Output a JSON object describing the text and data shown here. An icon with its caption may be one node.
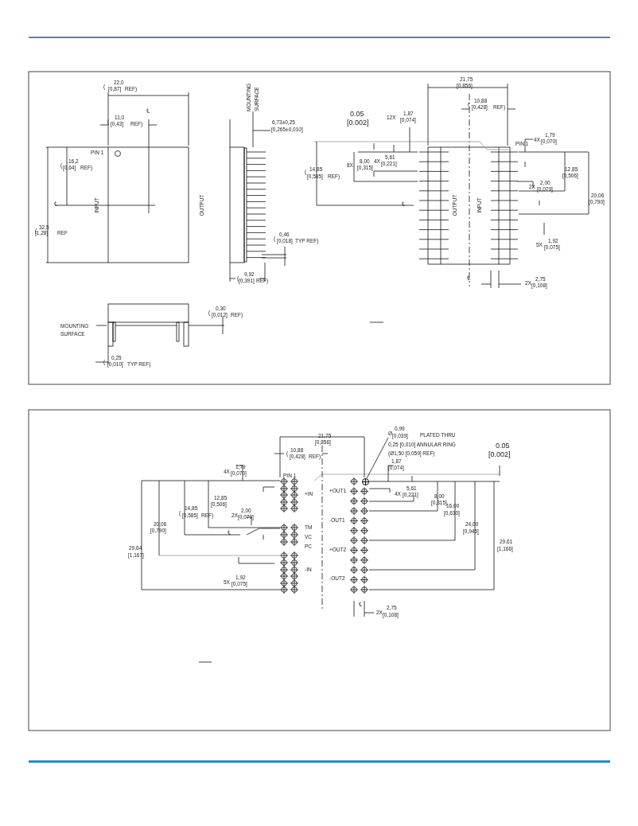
{
  "diagram": {
    "nodes": [
      {
        "text": [
          "Ø",
          "0,99",
          "[0,039]",
          "PLATED THRU",
          "0,25 [0,010] ANNULAR RING",
          "(Ø1,50 [0,059] REF)"
        ]
      },
      {
        "text": [],
        "shape": "circle"
      }
    ],
    "edges": [
      {
        "from": 0,
        "to": 1,
        "arrow": "none"
      }
    ],
    "labels": [
      "(",
      "22,0",
      "[0,87]",
      "REF)",
      "℄",
      "(",
      "11,0",
      "[0,43]",
      "REF)",
      "PIN 1",
      "(",
      "16,2",
      "[0,64]",
      "REF)",
      "℄",
      "INPUT",
      "OUTPUT",
      "(",
      "32,5",
      "[1,28]",
      "REF",
      "MOUNTING SURFACE",
      "6,73±0,25",
      "[0,265±0,010]",
      "(",
      "0,46",
      "[0,018]",
      "TYP REF)",
      "(",
      "9,92",
      "[0,391]",
      "REF)",
      "MOUNTING SURFACE",
      "(",
      "0,30",
      "[0,012]",
      "REF)",
      "(",
      "0,25",
      "[0,010]",
      "TYP REF)",
      "21,75",
      "[0,856]",
      "(",
      "10,88",
      "[0,428]",
      "REF)",
      "0.05",
      "[0.002]",
      "12X",
      "1,87",
      "[0,074]",
      "PIN 1",
      "4X",
      "1,79",
      "[0,070]",
      "8X",
      "8,00",
      "[0,315]",
      "4X",
      "5,61",
      "[0,221]",
      "(",
      "14,85",
      "[0,585]",
      "REF)",
      "12,85",
      "[0,506]",
      "2X",
      "2,00",
      "[0,079]",
      "℄",
      "OUTPUT",
      "INPUT",
      "20,06",
      "[0,790]",
      "5X",
      "1,92",
      "[0,075]",
      "℄",
      "2X",
      "2,75",
      "[0,108]",
      "21,75",
      "[0,856]",
      "0.05",
      "(",
      "10,88",
      "[0,428]",
      "REF)",
      "[0.002]",
      "1,87",
      "[0,074]",
      "4X",
      "1,79",
      "[0,070]",
      "PIN 1",
      "+OUT1",
      "+IN",
      "4X",
      "5,61",
      "[0,221]",
      "8,00",
      "[0,315]",
      "12,85",
      "[0,506]",
      "(",
      "14,85",
      "[0,585]",
      "REF)",
      "2X",
      "2,00",
      "[0,079]",
      "16,00",
      "[0,630]",
      "-OUT1",
      "20,06",
      "[0,790]",
      "24,00",
      "[0,945]",
      "TM",
      "℄",
      "VC",
      "PC",
      "29,64",
      "[1,167]",
      "+OUT2",
      "29,61",
      "[1,166]",
      "-IN",
      "-OUT2",
      "5X",
      "1,92",
      "[0,075]",
      "℄",
      "2X",
      "2,75",
      "[0,108]"
    ]
  }
}
